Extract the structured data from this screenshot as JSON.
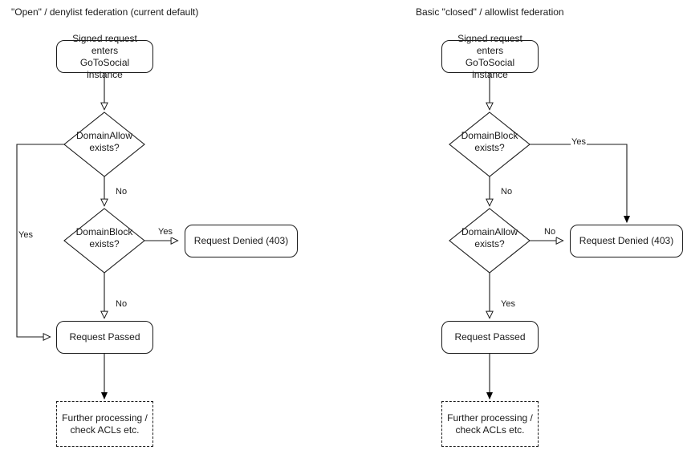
{
  "diagram": {
    "type": "flowchart",
    "background": "#ffffff",
    "stroke_color": "#1a1a1a",
    "text_color": "#1a1a1a",
    "columns": [
      {
        "id": "open-federation",
        "title": "\"Open\" / denylist federation (current default)",
        "nodes": {
          "start": "Signed request enters\nGoToSocial instance",
          "start_line1": "Signed request enters",
          "start_line2": "GoToSocial instance",
          "decision1_line1": "DomainAllow",
          "decision1_line2": "exists?",
          "decision2_line1": "DomainBlock",
          "decision2_line2": "exists?",
          "denied": "Request Denied (403)",
          "passed": "Request Passed",
          "further_line1": "Further processing /",
          "further_line2": "check ACLs etc."
        },
        "edge_labels": {
          "allow_yes": "Yes",
          "allow_no": "No",
          "block_yes": "Yes",
          "block_no": "No"
        }
      },
      {
        "id": "closed-federation",
        "title": "Basic \"closed\" / allowlist federation",
        "nodes": {
          "start": "Signed request enters\nGoToSocial instance",
          "start_line1": "Signed request enters",
          "start_line2": "GoToSocial instance",
          "decision1_line1": "DomainBlock",
          "decision1_line2": "exists?",
          "decision2_line1": "DomainAllow",
          "decision2_line2": "exists?",
          "denied": "Request Denied (403)",
          "passed": "Request Passed",
          "further_line1": "Further processing /",
          "further_line2": "check ACLs etc."
        },
        "edge_labels": {
          "block_yes": "Yes",
          "block_no": "No",
          "allow_no": "No",
          "allow_yes": "Yes"
        }
      }
    ]
  }
}
